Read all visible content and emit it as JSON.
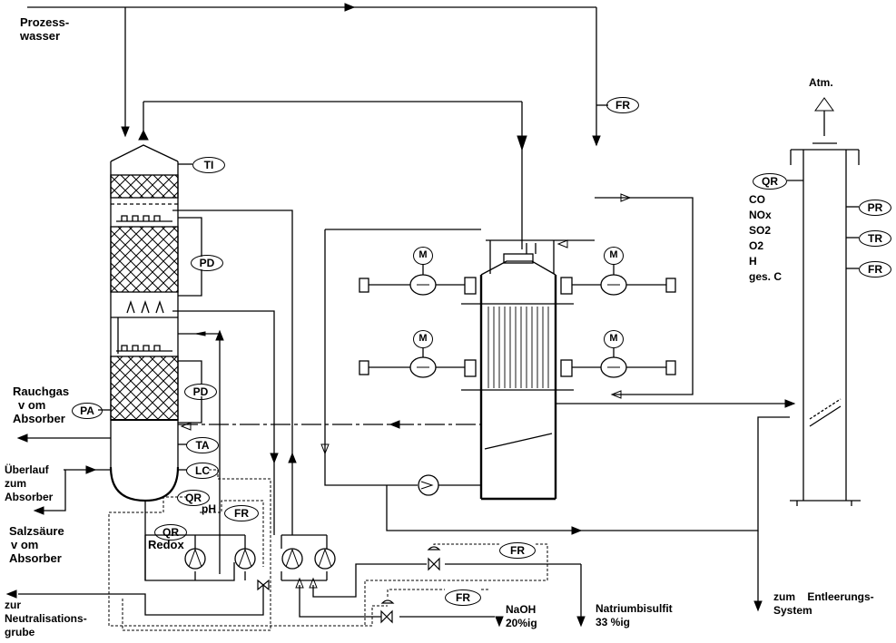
{
  "labels": {
    "process_water": [
      "Prozess-",
      "wasser"
    ],
    "flue_gas": [
      "Rauchgas",
      "v om",
      "Absorber"
    ],
    "overflow": [
      "Überlauf",
      "zum",
      "Absorber"
    ],
    "hydrochloric_acid": [
      "Salzsäure",
      "v om",
      "Absorber"
    ],
    "neutralisation": [
      "zur",
      "Neutralisations-",
      "grube"
    ],
    "naoh": [
      "NaOH",
      "20%ig"
    ],
    "bisulfite": [
      "Natriumbisulfit",
      "33 %ig"
    ],
    "drain_system": [
      "zum    Entleerungs-",
      "System"
    ],
    "atm": "Atm.",
    "gas_components": [
      "CO",
      "NOx",
      "SO2",
      "O2",
      "H",
      "ges. C"
    ],
    "ph": "pH",
    "redox": "Redox",
    "motor": "M"
  },
  "instrument_tags": {
    "ti": "TI",
    "pd_upper": "PD",
    "pd_lower": "PD",
    "pa": "PA",
    "ta": "TA",
    "lc": "LC",
    "qr_ph": "QR",
    "fr_ph": "FR",
    "qr_redox": "QR",
    "fr_bisulfite": "FR",
    "fr_naoh": "FR",
    "fr_top": "FR",
    "qr_stack": "QR",
    "pr_stack": "PR",
    "tr_stack": "TR",
    "fr_stack": "FR"
  }
}
